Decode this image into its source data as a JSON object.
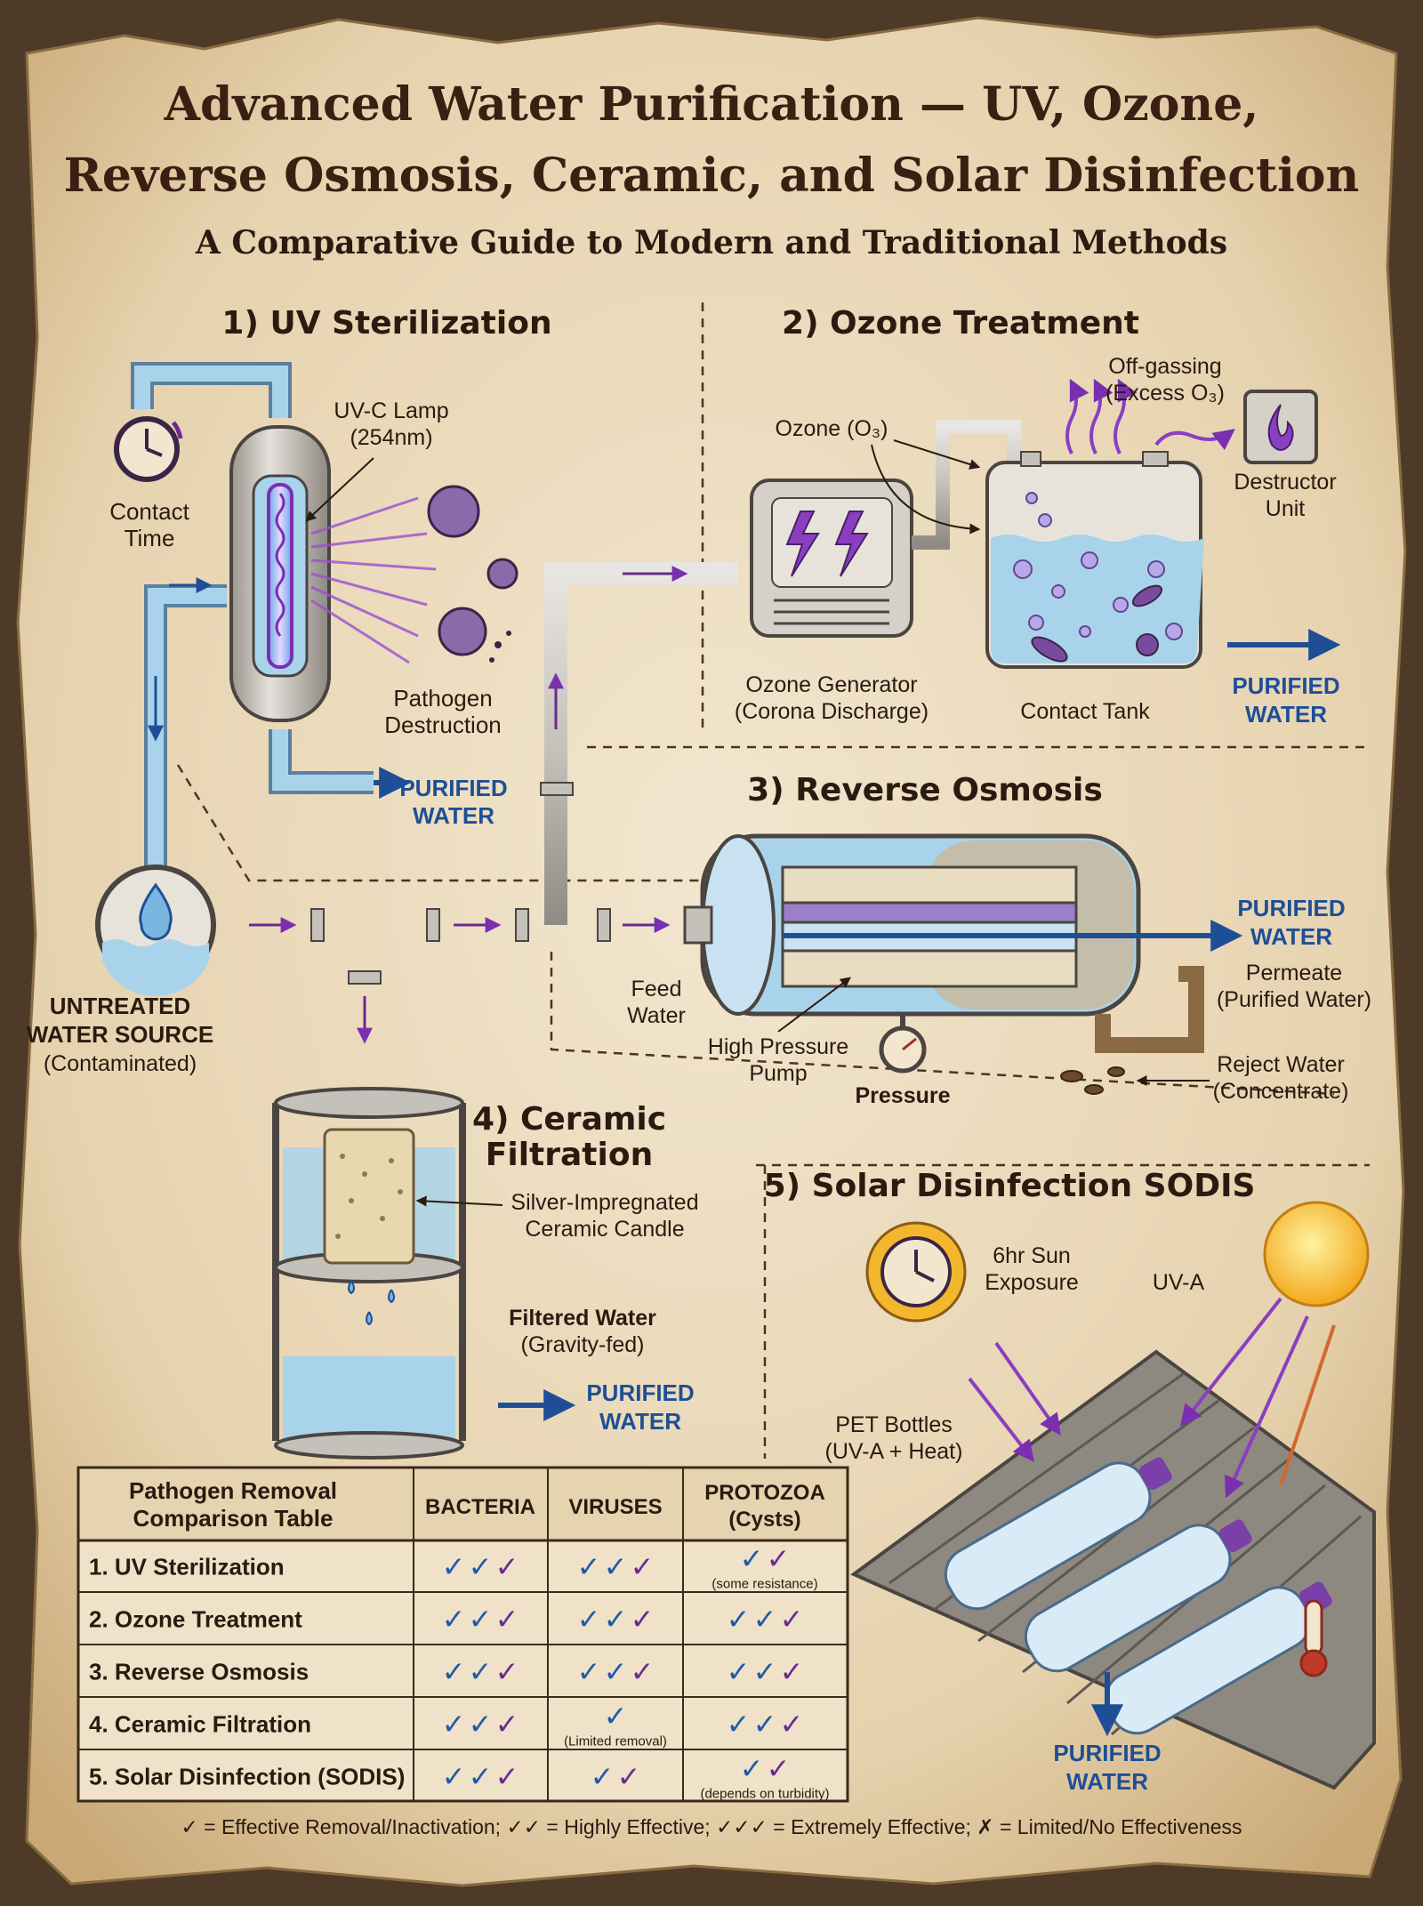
{
  "title": {
    "line1": "Advanced Water Purification — UV, Ozone,",
    "line2": "Reverse Osmosis, Ceramic, and Solar Disinfection",
    "subtitle": "A Comparative Guide to Modern and Traditional Methods"
  },
  "sections": {
    "uv": {
      "heading": "1) UV Sterilization",
      "lamp_label": "UV-C Lamp",
      "lamp_wavelength": "(254nm)",
      "contact_time": [
        "Contact",
        "Time"
      ],
      "pathogen_destruction": [
        "Pathogen",
        "Destruction"
      ],
      "output": [
        "PURIFIED",
        "WATER"
      ]
    },
    "ozone": {
      "heading": "2) Ozone Treatment",
      "ozone_label": "Ozone (O₃)",
      "offgassing": [
        "Off-gassing",
        "(Excess O₃)"
      ],
      "destructor": [
        "Destructor",
        "Unit"
      ],
      "generator": [
        "Ozone Generator",
        "(Corona Discharge)"
      ],
      "tank": "Contact Tank",
      "output": [
        "PURIFIED",
        "WATER"
      ]
    },
    "ro": {
      "heading": "3) Reverse Osmosis",
      "feed": [
        "Feed",
        "Water"
      ],
      "pump": [
        "High Pressure",
        "Pump"
      ],
      "pressure": "Pressure",
      "permeate": [
        "Permeate",
        "(Purified Water)"
      ],
      "reject": [
        "Reject Water",
        "(Concentrate)"
      ],
      "output": [
        "PURIFIED",
        "WATER"
      ]
    },
    "source": {
      "label": [
        "UNTREATED",
        "WATER SOURCE"
      ],
      "sub": "(Contaminated)"
    },
    "ceramic": {
      "heading": [
        "4) Ceramic",
        "Filtration"
      ],
      "candle": [
        "Silver-Impregnated",
        "Ceramic Candle"
      ],
      "filtered": "Filtered Water",
      "gravity": "(Gravity-fed)",
      "output": [
        "PURIFIED",
        "WATER"
      ]
    },
    "sodis": {
      "heading": "5) Solar Disinfection SODIS",
      "sun": [
        "6hr Sun",
        "Exposure"
      ],
      "uva": "UV-A",
      "bottles": [
        "PET Bottles",
        "(UV-A + Heat)"
      ],
      "output": [
        "PURIFIED",
        "WATER"
      ]
    }
  },
  "table": {
    "header": {
      "title": [
        "Pathogen Removal",
        "Comparison Table"
      ],
      "bacteria": "BACTERIA",
      "viruses": "VIRUSES",
      "protozoa": [
        "PROTOZOA",
        "(Cysts)"
      ]
    },
    "rows": [
      {
        "method": "1. UV Sterilization",
        "bacteria": 3,
        "viruses": 3,
        "protozoa": 2,
        "protozoa_note": "(some resistance)",
        "viruses_note": ""
      },
      {
        "method": "2. Ozone Treatment",
        "bacteria": 3,
        "viruses": 3,
        "protozoa": 3,
        "protozoa_note": "",
        "viruses_note": ""
      },
      {
        "method": "3. Reverse Osmosis",
        "bacteria": 3,
        "viruses": 3,
        "protozoa": 3,
        "protozoa_note": "",
        "viruses_note": ""
      },
      {
        "method": "4. Ceramic Filtration",
        "bacteria": 3,
        "viruses": 1,
        "protozoa": 3,
        "protozoa_note": "",
        "viruses_note": "(Limited removal)"
      },
      {
        "method": "5. Solar Disinfection (SODIS)",
        "bacteria": 3,
        "viruses": 2,
        "protozoa": 2,
        "protozoa_note": "(depends on turbidity)",
        "viruses_note": ""
      }
    ],
    "check_glyph": "✓",
    "legend": "✓ = Effective Removal/Inactivation; ✓✓ = Highly Effective; ✓✓✓ = Extremely Effective; ✗ = Limited/No Effectiveness"
  },
  "colors": {
    "parchment": "#ecdcc0",
    "ink": "#2a1a10",
    "water": "#a9d3ea",
    "pipe": "#c6c3bd",
    "uv_purple": "#9b4fd0",
    "check_blue": "#1f5aa8",
    "check_purple": "#6a2a8f",
    "label_blue": "#1e4f96"
  }
}
